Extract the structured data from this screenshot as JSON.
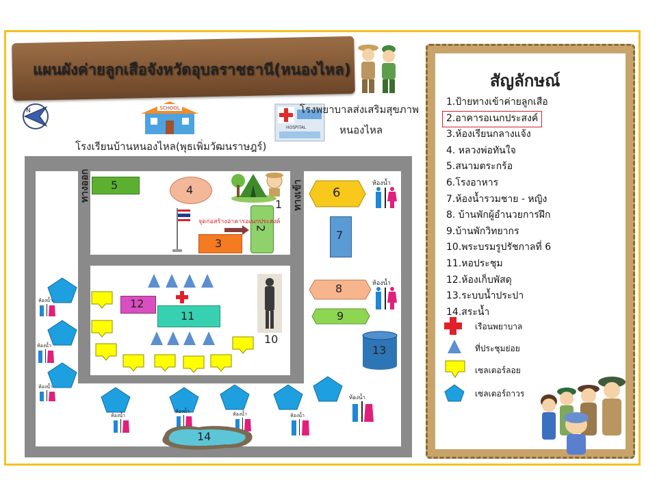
{
  "title": "แผนผังค่ายลูกเสือจังหวัดอุบลราชธานี(หนองไหล)",
  "places": {
    "school": "โรงเรียนบ้านหนองไหล(พุธเพิ่มวัฒนราษฎร์)",
    "hospital_line1": "โรงพยาบาลส่งเสริมสุขภาพ",
    "hospital_line2": "หนองไหล",
    "school_sign": "SCHOOL",
    "hospital_sign": "HOSPITAL",
    "exit": "ทางออก",
    "entrance": "ทางเข้า",
    "construction_note": "จุดก่อสร้างอาคารอเนกประสงค์",
    "restroom": "ห้องน้ำ"
  },
  "map_numbers": [
    "1",
    "2",
    "3",
    "4",
    "5",
    "6",
    "7",
    "8",
    "9",
    "10",
    "11",
    "12",
    "13",
    "14"
  ],
  "legend": {
    "title": "สัญลักษณ์",
    "items": [
      "1.ป้ายทางเข้าค่ายลูกเสือ",
      "2.อาคารอเนกประสงค์",
      "3.ห้องเรียนกลางแจ้ง",
      "4. หลวงพ่อทันใจ",
      "5.สนามตระกร้อ",
      "6.โรงอาหาร",
      "7.ห้องน้ำรวมชาย - หญิง",
      "8. บ้านพักผู้อำนวยการฝึก",
      "9.บ้านพักวิทยากร",
      "10.พระบรมรูปรัชกาลที่  6",
      "11.หอประชุม",
      "12.ห้องเก็บพัสดุ",
      "13.ระบบน้ำประปา",
      "14.สระน้ำ"
    ],
    "symbols": [
      "เรือนพยาบาล",
      "ที่ประชุมย่อย",
      "เซลเตอร์ลอย",
      "เซลเตอร์ถาวร"
    ]
  },
  "colors": {
    "frame": "#f4c21f",
    "road": "#8a8a8a",
    "building5": "#5cb030",
    "building4": "#f3b79a",
    "building2": "#8fd16b",
    "building3": "#f47b20",
    "building6": "#f8c81a",
    "building7": "#5b9bd5",
    "building8": "#f7b58e",
    "building9": "#8ed651",
    "building11": "#37d1b1",
    "building12": "#d94fbf",
    "building13": "#2e75b6",
    "shelter_permanent": "#1e9fe0",
    "shelter_float": "#ffff00",
    "meeting": "#5b8fd0",
    "highlight": "#d0232b"
  }
}
